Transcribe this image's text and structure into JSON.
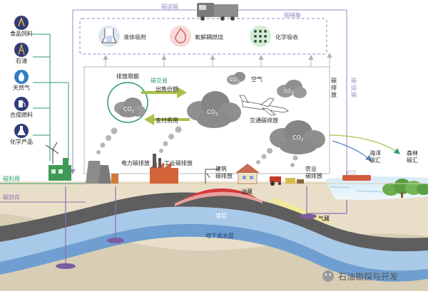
{
  "top": {
    "transport_label": "碳运输",
    "capture_label": "碳捕集"
  },
  "capture_methods": [
    {
      "label": "液体吸附",
      "icon": "flask-icon"
    },
    {
      "label": "氧解耦燃烧",
      "icon": "flame-icon"
    },
    {
      "label": "化学吸收",
      "icon": "molecule-grid-icon"
    }
  ],
  "utilization_products": [
    {
      "label": "食品饲料",
      "icon": "food-feed-icon"
    },
    {
      "label": "石油",
      "icon": "oil-derrick-icon"
    },
    {
      "label": "天然气",
      "icon": "gas-drop-icon"
    },
    {
      "label": "合成燃料",
      "icon": "fuel-nozzle-icon"
    },
    {
      "label": "化学产品",
      "icon": "chemical-flask-icon"
    }
  ],
  "left_labels": {
    "utilization": "碳利用",
    "storage": "碳封存"
  },
  "trade": {
    "emission_quota": "排放限额",
    "carbon_trade": "碳交易",
    "sell_quota": "出售份额",
    "payment": "支付费用",
    "co2": "CO2"
  },
  "sky": {
    "co2": "CO2",
    "air": "空气",
    "transport_emission": "交通碳排放"
  },
  "side": {
    "emission": "碳排放",
    "transport": "碳运输"
  },
  "sources": {
    "power": "电力碳排放",
    "industry": "工业碳排放",
    "building": "建筑碳排放",
    "agriculture": "农业碳排放",
    "oil_reservoir": "油藏",
    "gas_reservoir": "气藏",
    "coal_seam": "煤层",
    "aquifer": "地下卤水层"
  },
  "sinks": {
    "ocean": "海洋碳汇",
    "forest": "森林碳汇"
  },
  "watermark": "石油勘探与开发",
  "colors": {
    "green": "#2e9a6a",
    "purple": "#8a6fb0",
    "arrow_green": "#a9c14a",
    "cloud": "#8f8f8f",
    "ground": "#ece4d3",
    "coal": "#5d5d5d",
    "aquifer": "#a8c8e8"
  }
}
